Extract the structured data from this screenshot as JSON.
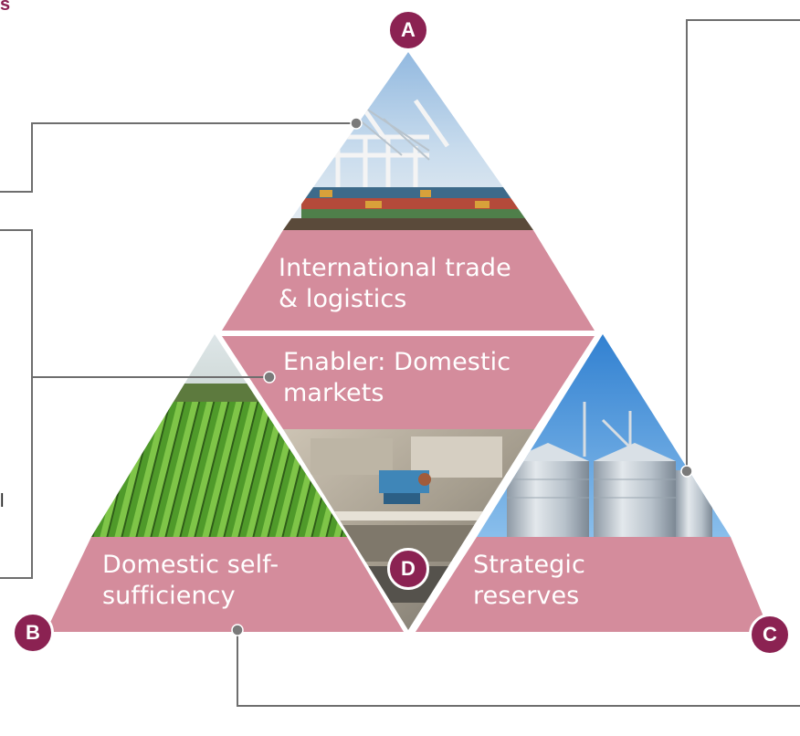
{
  "labels": {
    "international_trade": "International trade\n& logistics",
    "domestic_markets": "Enabler: Domestic\nmarkets",
    "self_sufficiency": "Domestic self-\nsufficiency",
    "strategic_reserves": "Strategic\nreserves"
  },
  "markers": {
    "a": "A",
    "b": "B",
    "c": "C",
    "d": "D"
  },
  "cropped_text": {
    "top_left": "s",
    "left_mid": "l"
  },
  "colors": {
    "pink": "#d48c9c",
    "marker": "#8b2252",
    "connector": "#6e6e6e"
  },
  "images": {
    "top": "container-port-cranes",
    "left": "lettuce-crop-rows",
    "center": "market-stall",
    "right": "grain-silos"
  }
}
